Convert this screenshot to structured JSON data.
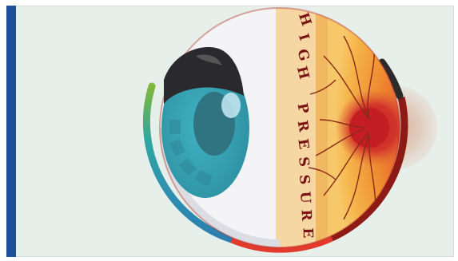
{
  "illustration": {
    "label_text": "HIGH PRESSURE",
    "colors": {
      "panel_background": "#e7efea",
      "left_bar": "#1d4f9c",
      "sclera": "#f4f4f6",
      "iris": "#3aa7b8",
      "pupil": "#2f7480",
      "eyelid": "#2a2a2e",
      "retina_band": "#f6d6a2",
      "choroid": "#e89a34",
      "optic_disc": "#c8232a",
      "label_text": "#7a1414"
    },
    "icons": [
      "eye-illustration",
      "pressure-gradient-arc"
    ]
  }
}
